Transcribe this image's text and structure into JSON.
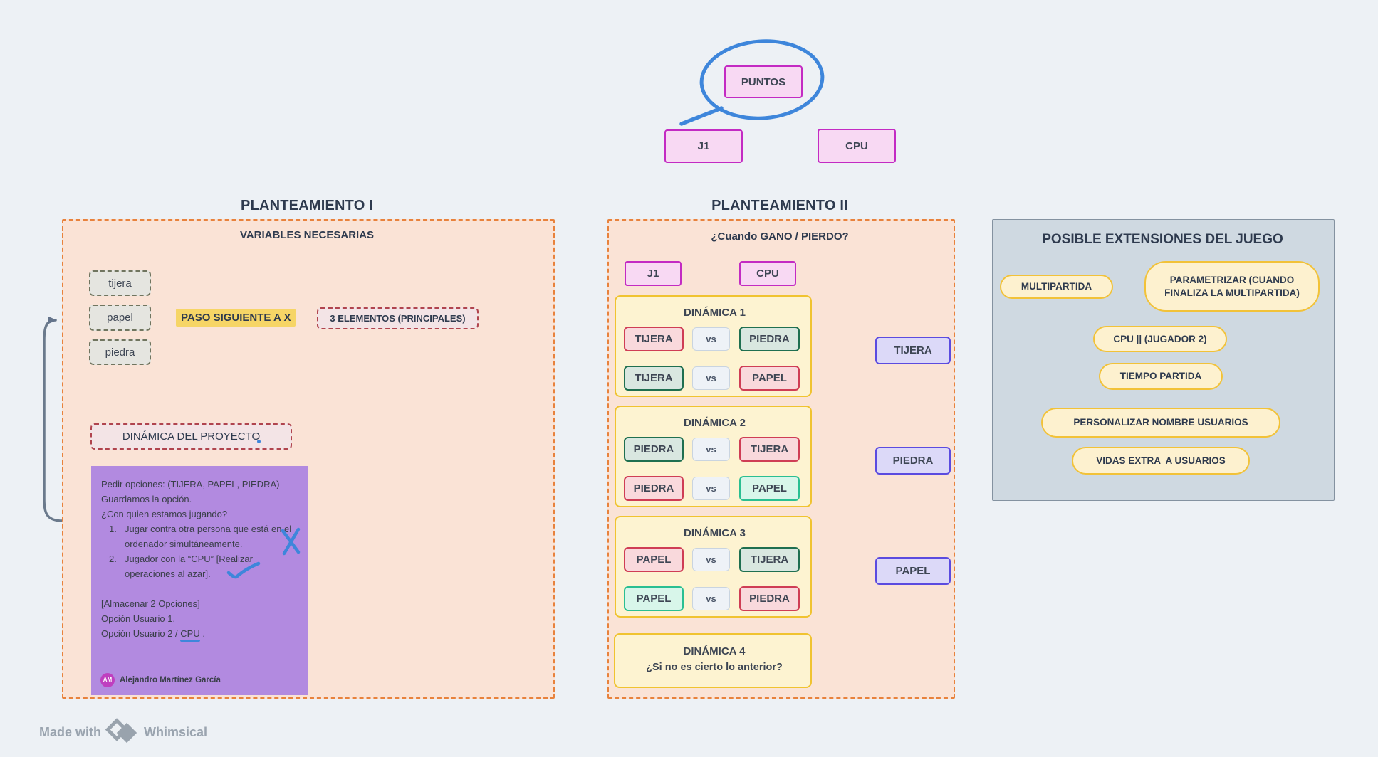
{
  "colors": {
    "background": "#edf1f5",
    "section_fill_peach": "#fae3d6",
    "section_border_orange": "#e8823c",
    "pink_node_fill": "#f8d9f3",
    "pink_node_border": "#c32bc3",
    "gray_node_fill": "#e5e5e0",
    "gray_node_border": "#70755f",
    "highlight_yellow": "#f6d566",
    "rose_fill": "#f3e4e6",
    "rose_border": "#b0444e",
    "note_purple": "#b28ae0",
    "yellow_box_fill": "#fdf3d1",
    "yellow_box_border": "#f0c330",
    "red_cell_fill": "#f9d9dc",
    "red_cell_border": "#cf3d55",
    "green_cell_fill": "#d9e7e0",
    "green_cell_border": "#1f6f50",
    "mint_cell_fill": "#d8f6ea",
    "mint_cell_border": "#2abf92",
    "vs_cell_fill": "#eef2f7",
    "lavender_cell_fill": "#dcd9f8",
    "lavender_cell_border": "#5b4be0",
    "gray_section_fill": "#cfd9e1",
    "gray_section_border": "#8492a0",
    "pill_fill": "#fdf1cf",
    "pill_border": "#f2c238",
    "arrow_gray": "#64748b",
    "annotation_blue": "#3e86db",
    "heading_text": "#2e3a4e",
    "body_text": "#3e4654"
  },
  "top_tree": {
    "puntos": "PUNTOS",
    "j1": "J1",
    "cpu": "CPU"
  },
  "planteamiento1": {
    "title": "PLANTEAMIENTO I",
    "subtitle": "VARIABLES NECESARIAS",
    "variables": [
      "tijera",
      "papel",
      "piedra"
    ],
    "paso_text": "PASO SIGUIENTE A ",
    "paso_x": "X",
    "elementos": "3 ELEMENTOS (PRINCIPALES)",
    "dinamica_label": "DINÁMICA DEL PROYECTO",
    "note": {
      "line1": "Pedir opciones: (TIJERA, PAPEL, PIEDRA)",
      "line2": "Guardamos la opción.",
      "line3": "¿Con quien estamos jugando?",
      "item1_num": "1.",
      "item1": "Jugar contra otra persona que está en el ordenador simultáneamente.",
      "item2_num": "2.",
      "item2": "Jugador con la “CPU” [Realizar operaciones al azar].",
      "line4": "[Almacenar 2 Opciones]",
      "line5": "Opción Usuario 1.",
      "line6_pre": "Opción Usuario 2 / ",
      "line6_cpu": "CPU",
      "line6_post": " .",
      "author": "Alejandro Martínez García",
      "avatar_initials": "AM"
    }
  },
  "planteamiento2": {
    "title": "PLANTEAMIENTO II",
    "subtitle": "¿Cuando GANO / PIERDO?",
    "j1": "J1",
    "cpu": "CPU",
    "dinamicas": [
      {
        "title": "DINÁMICA 1",
        "rows": [
          {
            "left": {
              "label": "TIJERA",
              "color": "red"
            },
            "vs": "vs",
            "right": {
              "label": "PIEDRA",
              "color": "green"
            }
          },
          {
            "left": {
              "label": "TIJERA",
              "color": "green"
            },
            "vs": "vs",
            "right": {
              "label": "PAPEL",
              "color": "red"
            }
          }
        ],
        "result": "TIJERA"
      },
      {
        "title": "DINÁMICA 2",
        "rows": [
          {
            "left": {
              "label": "PIEDRA",
              "color": "green"
            },
            "vs": "vs",
            "right": {
              "label": "TIJERA",
              "color": "red"
            }
          },
          {
            "left": {
              "label": "PIEDRA",
              "color": "red"
            },
            "vs": "vs",
            "right": {
              "label": "PAPEL",
              "color": "mint"
            }
          }
        ],
        "result": "PIEDRA"
      },
      {
        "title": "DINÁMICA 3",
        "rows": [
          {
            "left": {
              "label": "PAPEL",
              "color": "red"
            },
            "vs": "vs",
            "right": {
              "label": "TIJERA",
              "color": "green"
            }
          },
          {
            "left": {
              "label": "PAPEL",
              "color": "mint"
            },
            "vs": "vs",
            "right": {
              "label": "PIEDRA",
              "color": "red"
            }
          }
        ],
        "result": "PAPEL"
      },
      {
        "title": "DINÁMICA 4",
        "question": "¿Si no es cierto lo anterior?"
      }
    ]
  },
  "extensions": {
    "title": "POSIBLE EXTENSIONES DEL JUEGO",
    "multipartida": "MULTIPARTIDA",
    "parametrizar_line1": "PARAMETRIZAR (CUANDO",
    "parametrizar_line2": "FINALIZA LA MULTIPARTIDA)",
    "pill_cpu": "CPU || (JUGADOR 2)",
    "pill_tiempo": "TIEMPO PARTIDA",
    "pill_personalizar": "PERSONALIZAR NOMBRE USUARIOS",
    "pill_vidas": "VIDAS EXTRA  A USUARIOS"
  },
  "footer": {
    "made_with": "Made with",
    "brand": "Whimsical"
  }
}
